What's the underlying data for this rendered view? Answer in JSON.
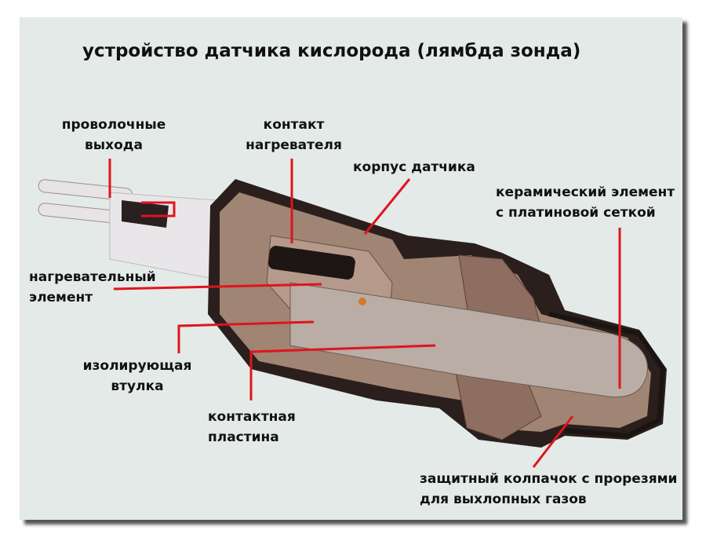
{
  "title": "устройство датчика кислорода (лямбда зонда)",
  "labels": {
    "wires": [
      "проволочные",
      "выхода"
    ],
    "heater_contact": [
      "контакт",
      "нагревателя"
    ],
    "housing": "корпус датчика",
    "ceramic": [
      "керамический элемент",
      "с платиновой сеткой"
    ],
    "heater": [
      "нагревательный",
      "элемент"
    ],
    "insulator": [
      "изолирующая",
      "втулка"
    ],
    "contact_plate": [
      "контактная",
      "пластина"
    ],
    "cap": [
      "защитный колпачок с прорезями",
      "для выхлопных газов"
    ]
  },
  "colors": {
    "leader": "#e0141e",
    "background": "#e3eae8",
    "body": "#a08474",
    "dark": "#2a1f1c"
  }
}
